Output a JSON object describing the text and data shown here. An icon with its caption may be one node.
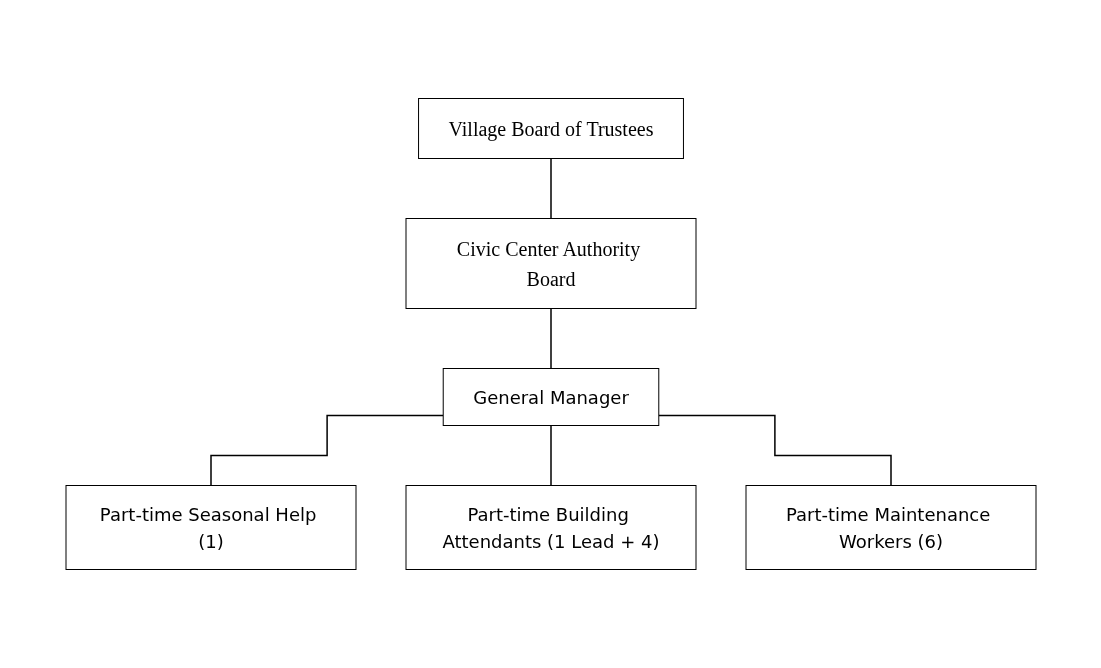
{
  "diagram": {
    "nodes": [
      {
        "text": [
          "Village Board of Trustees"
        ]
      },
      {
        "text": [
          "Civic Center Authority Board"
        ]
      },
      {
        "text": [
          "General Manager"
        ]
      },
      {
        "text": [
          "Part-time Seasonal Help (1)"
        ]
      },
      {
        "text": [
          "Part-time Building Attendants (1 Lead + 4)"
        ]
      },
      {
        "text": [
          "Part-time Maintenance Workers (6)"
        ]
      }
    ],
    "edges": [
      {
        "from": 0,
        "to": 1,
        "arrow": "none"
      },
      {
        "from": 1,
        "to": 2,
        "arrow": "none"
      },
      {
        "from": 2,
        "to": 3,
        "arrow": "none"
      },
      {
        "from": 2,
        "to": 4,
        "arrow": "none"
      },
      {
        "from": 2,
        "to": 5,
        "arrow": "none"
      }
    ]
  }
}
